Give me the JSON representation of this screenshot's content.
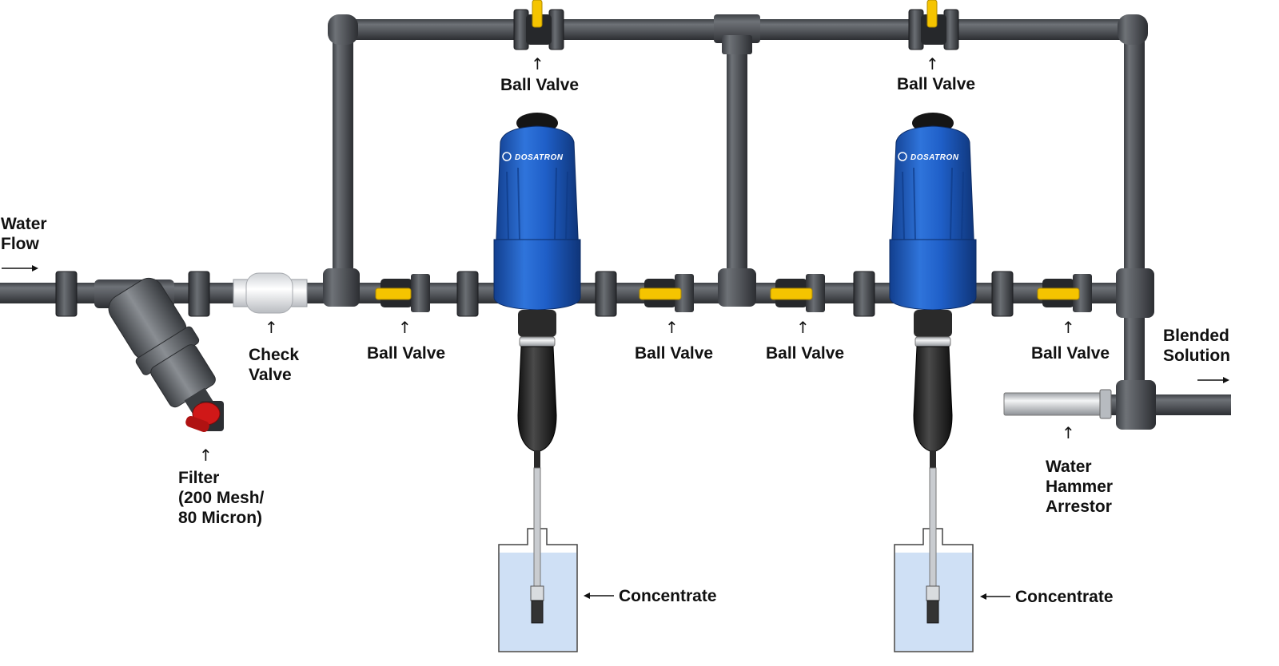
{
  "labels": {
    "water_flow": [
      "Water",
      "Flow"
    ],
    "check_valve": [
      "Check",
      "Valve"
    ],
    "filter": [
      "Filter",
      "(200 Mesh/",
      "80 Micron)"
    ],
    "ball_valve": "Ball Valve",
    "concentrate": "Concentrate",
    "blended_solution": [
      "Blended",
      "Solution"
    ],
    "water_hammer_arrestor": [
      "Water",
      "Hammer",
      "Arrestor"
    ]
  },
  "brand": "DOSATRON",
  "colors": {
    "pipe": "#5a5d62",
    "pipe_dark": "#2f3236",
    "injector_blue": "#1f5fc8",
    "valve_handle": "#f5c400",
    "filter_valve": "#d01818",
    "concentrate_fill": "#cfe0f5"
  }
}
